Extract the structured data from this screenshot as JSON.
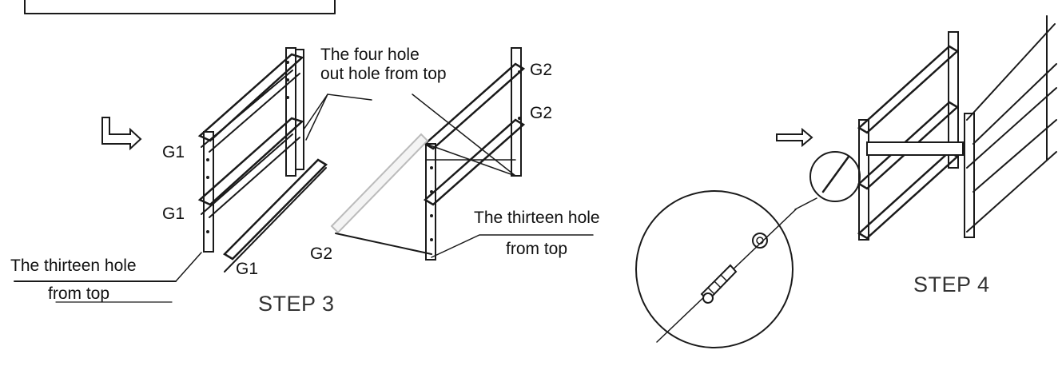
{
  "labels": {
    "four_hole_line1": "The four hole",
    "four_hole_line2": "out hole from top",
    "g2_top": "G2",
    "g2_mid": "G2",
    "g1_top": "G1",
    "g1_mid": "G1",
    "g1_bottom": "G1",
    "g2_bottom": "G2",
    "thirteen_left_line1": "The thirteen hole",
    "thirteen_left_line2": "from top",
    "thirteen_right_line1": "The thirteen hole",
    "thirteen_right_line2": "from top",
    "step3": "STEP 3",
    "step4": "STEP 4"
  },
  "colors": {
    "line": "#1a1a1a",
    "text": "#111111",
    "step_text": "#333333"
  }
}
